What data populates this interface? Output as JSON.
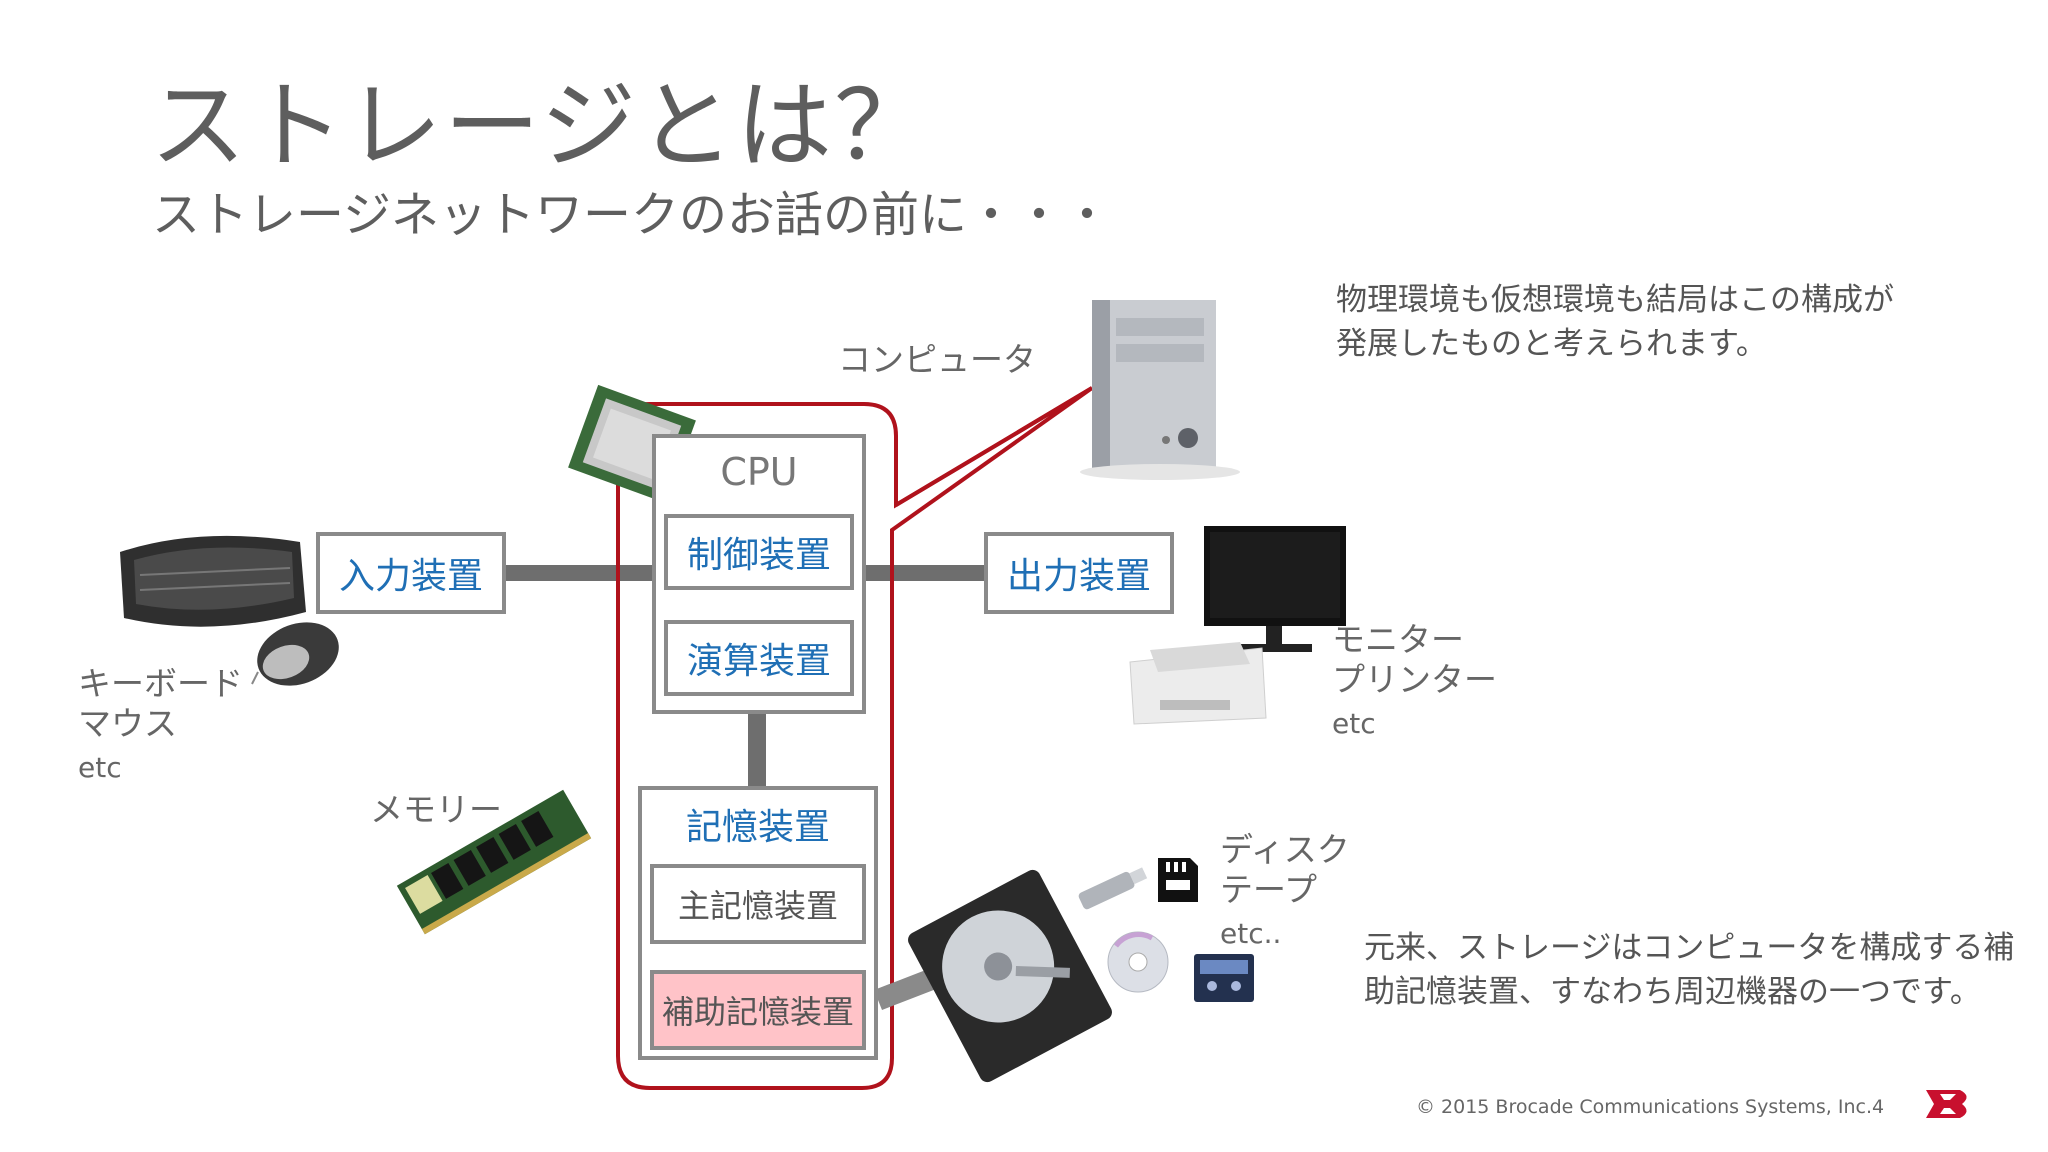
{
  "slide": {
    "title": "ストレージとは？",
    "subtitle": "ストレージネットワークのお話の前に・・・",
    "note_top": [
      "物理環境も仮想環境も結局はこの構成が",
      "発展したものと考えられます。"
    ],
    "note_bottom": [
      "元来、ストレージはコンピュータを構成する補",
      "助記憶装置、すなわち周辺機器の一つです。"
    ],
    "footer": "© 2015 Brocade Communications Systems, Inc.",
    "page_number": "4"
  },
  "labels": {
    "computer": "コンピュータ",
    "input_devices": [
      "キーボード",
      "マウス",
      "etc"
    ],
    "output_devices": [
      "モニター",
      "プリンター",
      "etc"
    ],
    "memory": "メモリー",
    "media": [
      "ディスク",
      "テープ",
      "etc.."
    ]
  },
  "diagram": {
    "cpu": "CPU",
    "control": "制御装置",
    "arithmetic": "演算装置",
    "input": "入力装置",
    "output": "出力装置",
    "storage": "記憶装置",
    "main_storage": "主記憶装置",
    "aux_storage": "補助記憶装置"
  },
  "colors": {
    "accent_red": "#b0121c",
    "box_border": "#8a8a8a",
    "blue_text": "#1f6fb5",
    "aux_fill": "#ffc3c8"
  },
  "icons": [
    "computer-tower-icon",
    "cpu-chip-icon",
    "keyboard-icon",
    "mouse-icon",
    "monitor-icon",
    "printer-icon",
    "memory-module-icon",
    "hard-disk-icon",
    "usb-drive-icon",
    "sd-card-icon",
    "dvd-disc-icon",
    "tape-cassette-icon",
    "brocade-logo-icon",
    "arrow-icon"
  ]
}
